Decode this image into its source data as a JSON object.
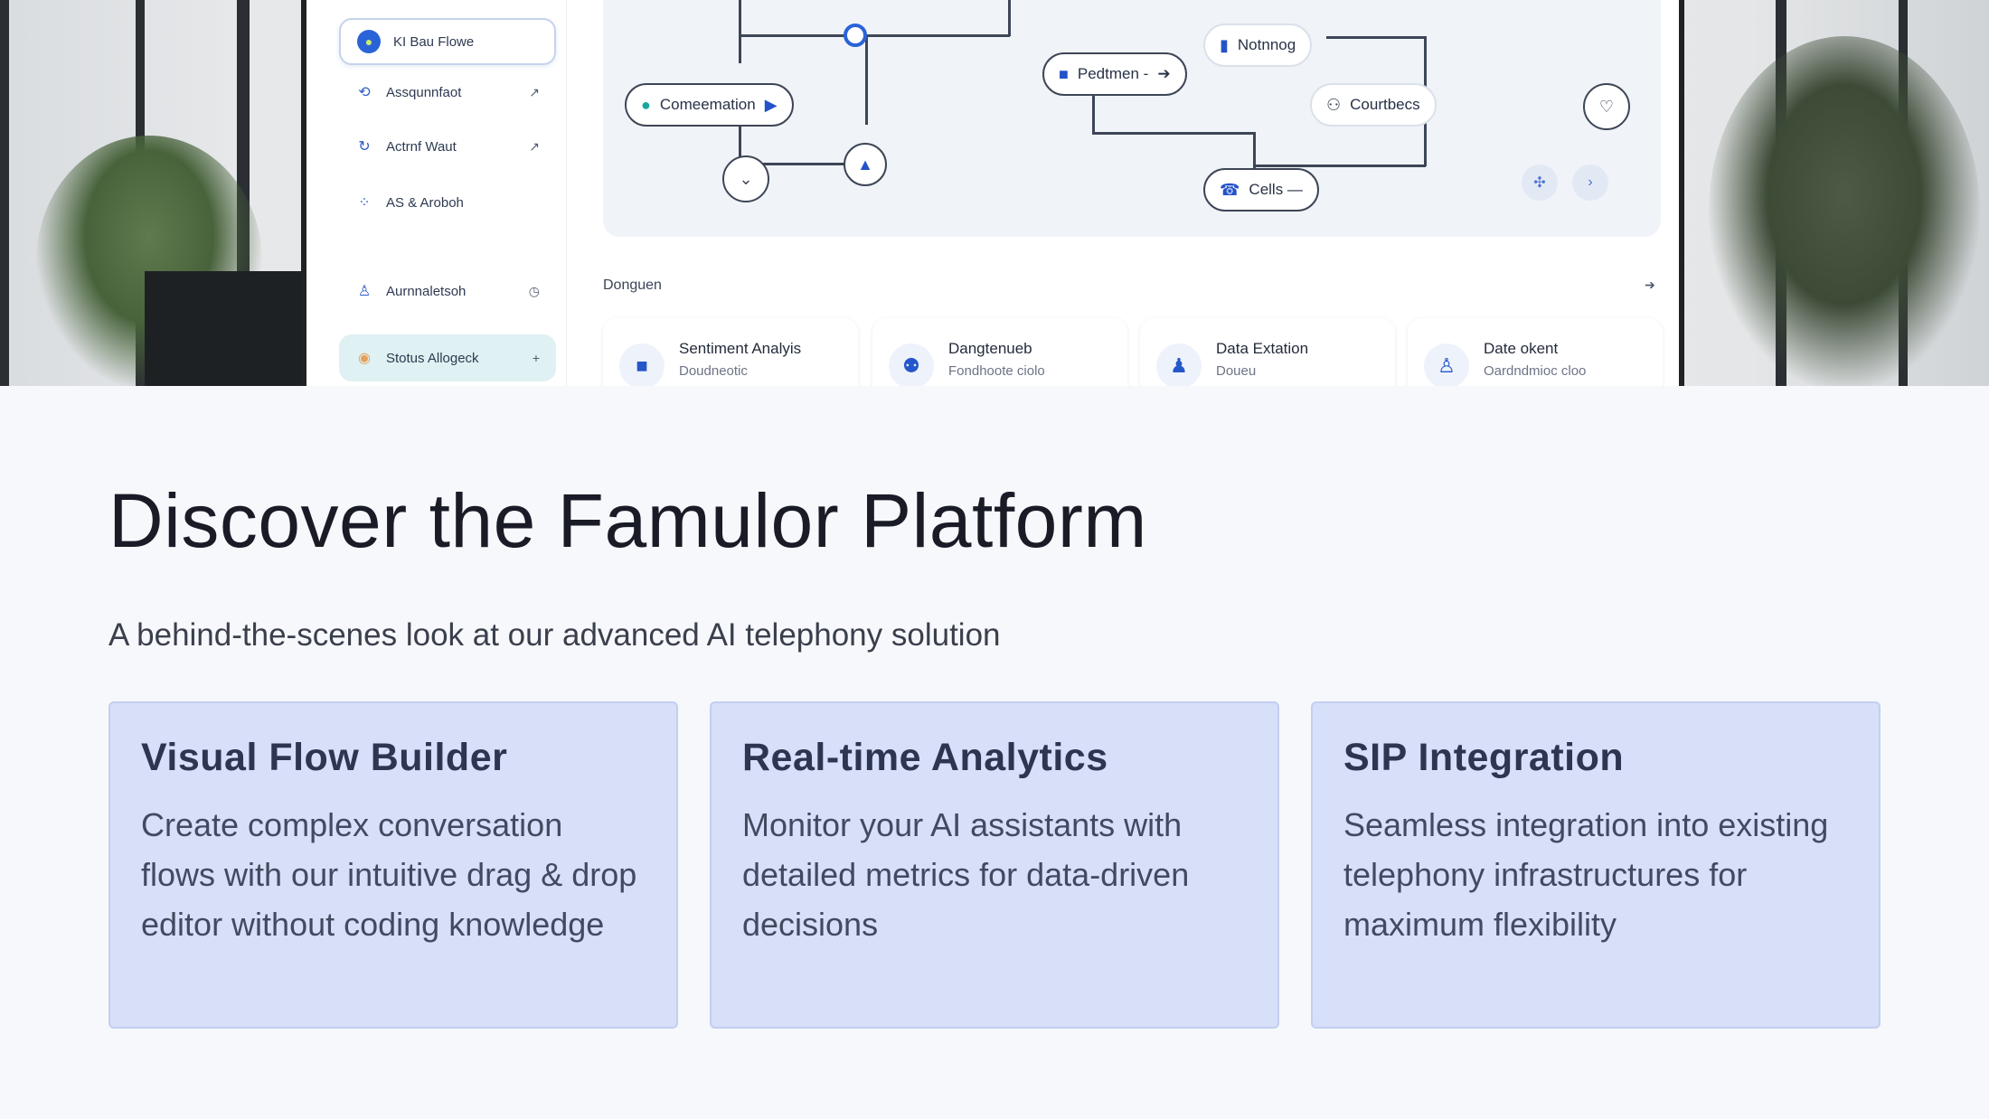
{
  "hero": {
    "sidebar": {
      "items": [
        {
          "label": "KI Bau Flowe",
          "tail": ""
        },
        {
          "label": "Assqunnfaot",
          "tail": "↗"
        },
        {
          "label": "Actrnf Waut",
          "tail": "↗"
        },
        {
          "label": "AS & Aroboh",
          "tail": ""
        },
        {
          "label": "Aurnnaletsoh",
          "tail": "◷"
        },
        {
          "label": "Stotus Allogeck",
          "tail": "+"
        }
      ]
    },
    "flow": {
      "nodes": {
        "conversation": "Comeemation",
        "perform": "Pedtmen -",
        "routing": "Notnnog",
        "counters": "Courtbecs",
        "calls": "Cells —"
      }
    },
    "section_label": "Donguen",
    "cards": [
      {
        "title": "Sentiment Analyis",
        "subtitle": "Doudneotic"
      },
      {
        "title": "Dangtenueb",
        "subtitle": "Fondhoote ciolo"
      },
      {
        "title": "Data Extation",
        "subtitle": "Doueu"
      },
      {
        "title": "Date okent",
        "subtitle": "Oardndmioc cloo"
      }
    ]
  },
  "content": {
    "title": "Discover the Famulor Platform",
    "subtitle": "A behind-the-scenes look at our advanced AI telephony solution",
    "features": [
      {
        "title": "Visual Flow Builder",
        "body": "Create complex conversation flows with our intuitive drag & drop editor without coding knowledge"
      },
      {
        "title": "Real-time Analytics",
        "body": "Monitor your AI assistants with detailed metrics for data-driven decisions"
      },
      {
        "title": "SIP Integration",
        "body": "Seamless integration into existing telephony infrastructures for maximum flexibility"
      }
    ]
  },
  "colors": {
    "accent": "#2a63d8",
    "card_bg": "#d7e0f8",
    "teal": "#1aa59e"
  }
}
